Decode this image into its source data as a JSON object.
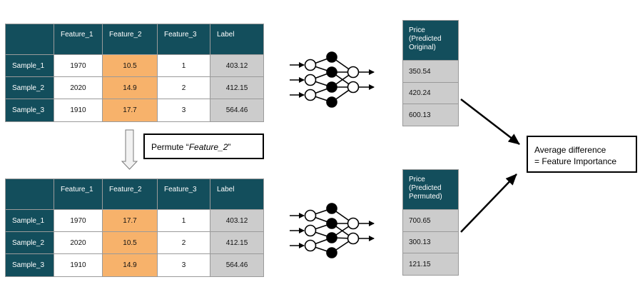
{
  "original_table": {
    "headers": [
      "Feature_1",
      "Feature_2",
      "Feature_3",
      "Label"
    ],
    "rows": [
      {
        "name": "Sample_1",
        "cells": [
          "1970",
          "10.5",
          "1",
          "403.12"
        ]
      },
      {
        "name": "Sample_2",
        "cells": [
          "2020",
          "14.9",
          "2",
          "412.15"
        ]
      },
      {
        "name": "Sample_3",
        "cells": [
          "1910",
          "17.7",
          "3",
          "564.46"
        ]
      }
    ]
  },
  "permuted_table": {
    "headers": [
      "Feature_1",
      "Feature_2",
      "Feature_3",
      "Label"
    ],
    "rows": [
      {
        "name": "Sample_1",
        "cells": [
          "1970",
          "17.7",
          "1",
          "403.12"
        ]
      },
      {
        "name": "Sample_2",
        "cells": [
          "2020",
          "10.5",
          "2",
          "412.15"
        ]
      },
      {
        "name": "Sample_3",
        "cells": [
          "1910",
          "14.9",
          "3",
          "564.46"
        ]
      }
    ]
  },
  "permute_step": {
    "prefix": "Permute “",
    "feature": "Feature_2",
    "suffix": "”"
  },
  "predictions_original": {
    "header": [
      "Price",
      "(Predicted",
      "Original)"
    ],
    "values": [
      "350.54",
      "420.24",
      "600.13"
    ]
  },
  "predictions_permuted": {
    "header": [
      "Price",
      "(Predicted",
      "Permuted)"
    ],
    "values": [
      "700.65",
      "300.13",
      "121.15"
    ]
  },
  "result": {
    "line1": "Average difference",
    "line2": "= Feature Importance"
  },
  "colors": {
    "header_bg": "#134e5c",
    "highlight": "#f7b26b",
    "label_bg": "#cccccc"
  }
}
